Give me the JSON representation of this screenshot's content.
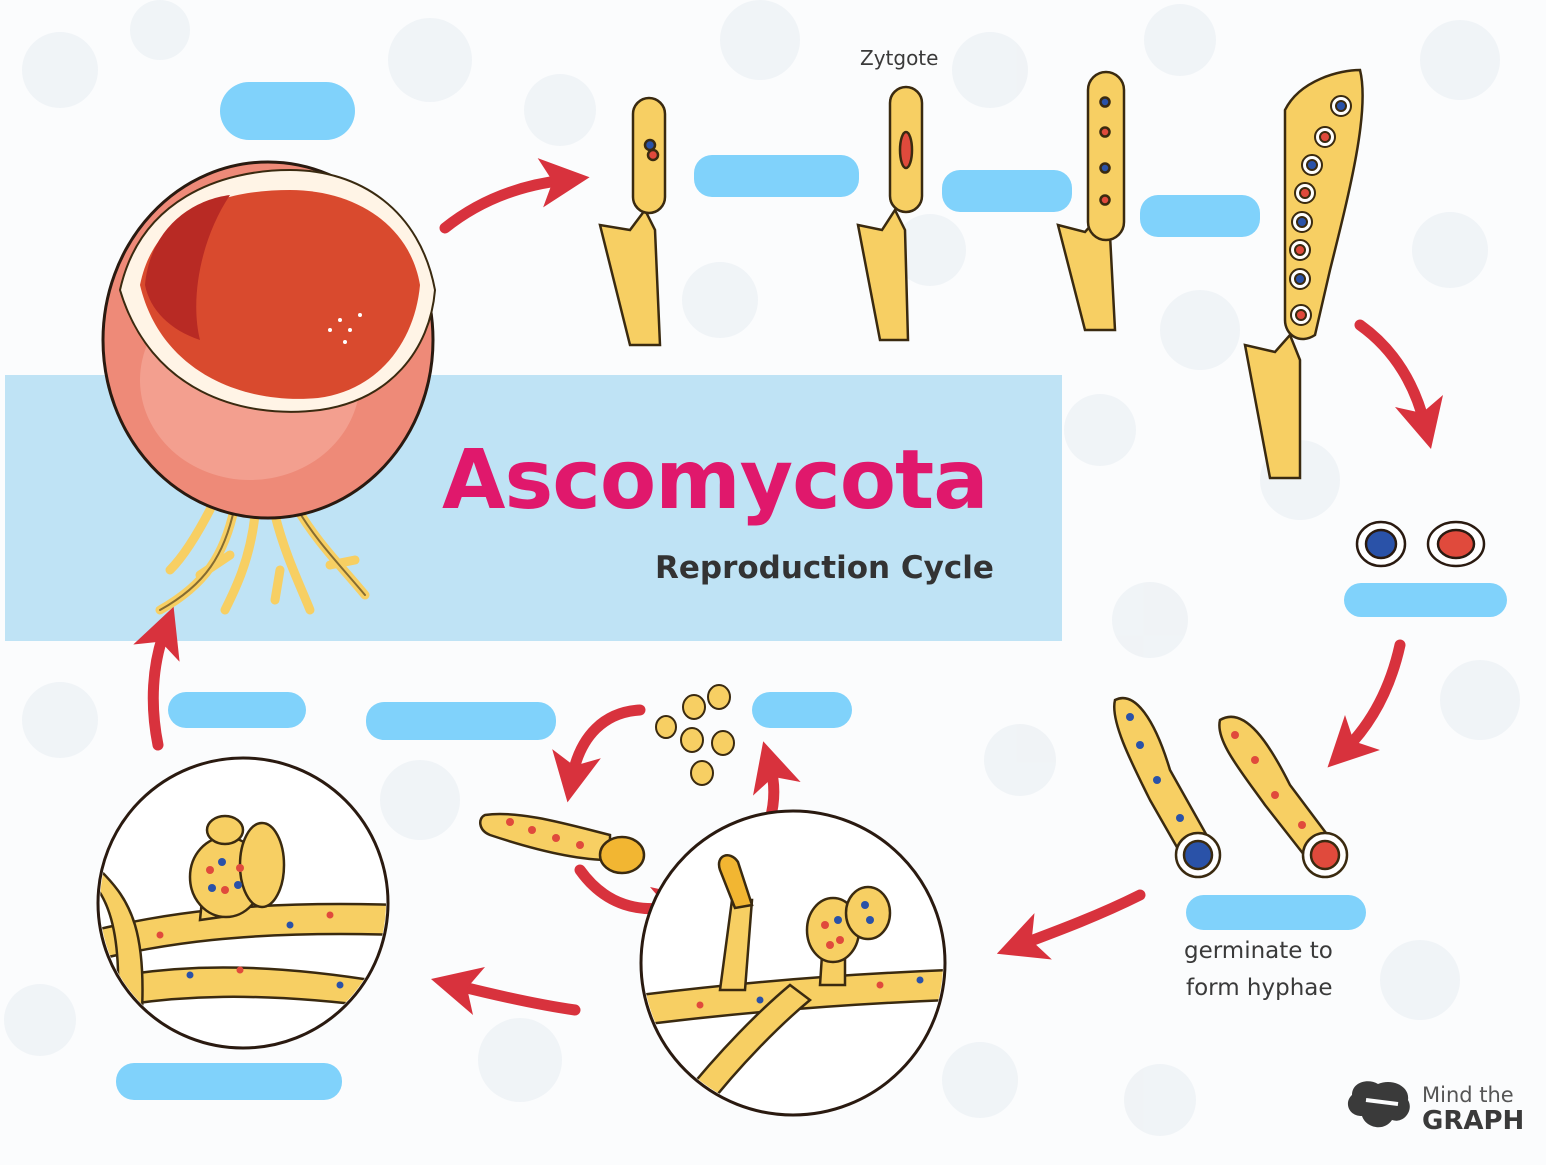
{
  "title": "Ascomycota",
  "subtitle": "Reproduction Cycle",
  "labels": {
    "zygote": "Zytgote",
    "germinate_line1": "germinate to",
    "germinate_line2": "form hyphae"
  },
  "logo": {
    "line1": "Mind the",
    "line2": "GRAPH"
  },
  "colors": {
    "title": "#e0186c",
    "banner": "#bfe3f5",
    "label_blank": "#80d2fb",
    "arrow": "#d8323d",
    "hypha": "#f7cf63",
    "nucleus_blue": "#2a52a8",
    "nucleus_red": "#e04a3c"
  },
  "icons": [
    "arrow-icon",
    "ascocarp-icon",
    "ascus-icon",
    "ascospore-icon",
    "hyphae-icon",
    "mind-the-graph-logo-icon"
  ]
}
